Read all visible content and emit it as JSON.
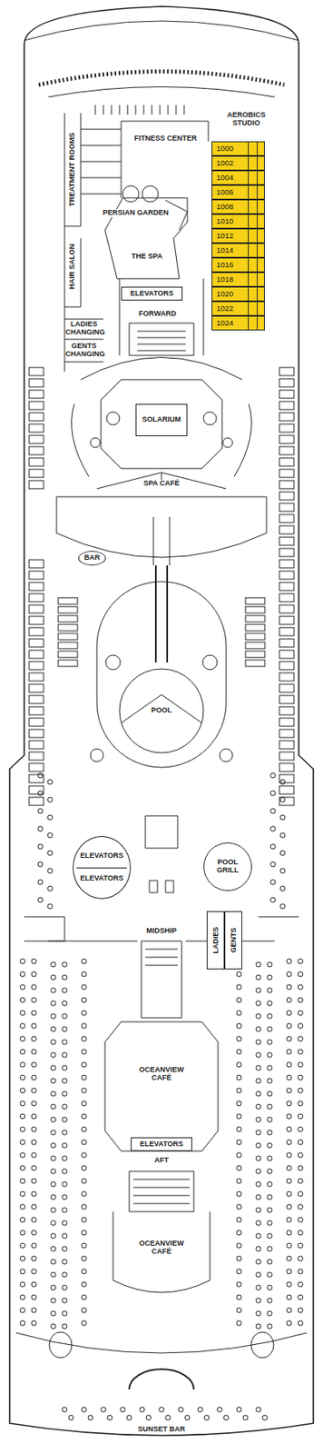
{
  "diagram": {
    "nodes": [
      {
        "text": [
          "1000"
        ]
      },
      {
        "text": [
          "1002"
        ]
      },
      {
        "text": [
          "1004"
        ]
      },
      {
        "text": [
          "1006"
        ]
      },
      {
        "text": [
          "1008"
        ]
      },
      {
        "text": [
          "1010"
        ]
      },
      {
        "text": [
          "1012"
        ]
      },
      {
        "text": [
          "1014"
        ]
      },
      {
        "text": [
          "1016"
        ]
      },
      {
        "text": [
          "1018"
        ]
      },
      {
        "text": [
          "1020"
        ]
      },
      {
        "text": [
          "1022"
        ]
      },
      {
        "text": [
          "1024"
        ]
      },
      {
        "text": [
          "ELEVATORS"
        ]
      },
      {
        "text": [
          "SOLARIUM"
        ]
      },
      {
        "text": [
          "BAR"
        ]
      },
      {
        "text": [
          "POOL"
        ]
      },
      {
        "text": [
          "ELEVATORS",
          "ELEVATORS"
        ]
      },
      {
        "text": [
          "POOL GRILL"
        ]
      },
      {
        "text": [
          "LADIES"
        ]
      },
      {
        "text": [
          "GENTS"
        ]
      },
      {
        "text": [
          "ELEVATORS"
        ]
      }
    ],
    "labels": [
      "AEROBICS STUDIO",
      "FITNESS CENTER",
      "TREATMENT ROOMS",
      "PERSIAN GARDEN",
      "HAIR SALON",
      "THE SPA",
      "FORWARD",
      "LADIES CHANGING",
      "GENTS CHANGING",
      "SPA CAFÉ",
      "MIDSHIP",
      "OCEANVIEW CAFÉ",
      "AFT",
      "OCEANVIEW CAFÉ",
      "SUNSET BAR"
    ]
  }
}
